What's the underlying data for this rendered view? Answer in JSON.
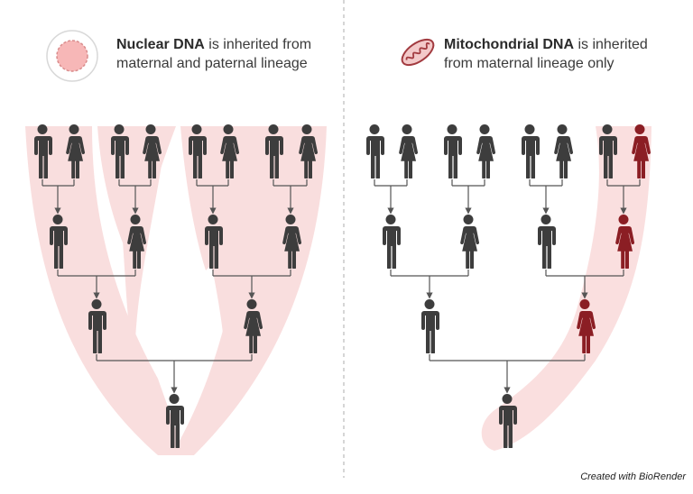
{
  "left_panel": {
    "heading_bold": "Nuclear DNA",
    "heading_rest": " is inherited from",
    "heading_line2": "maternal and paternal lineage",
    "icon": "nucleus-icon"
  },
  "right_panel": {
    "heading_bold": "Mitochondrial DNA",
    "heading_rest": " is inherited",
    "heading_line2": "from maternal lineage only",
    "icon": "mitochondrion-icon"
  },
  "credit": "Created with BioRender",
  "colors": {
    "person": "#3d3d3d",
    "maternal_highlight": "#8b1e24",
    "lineage_band": "#f9d9d9",
    "connector": "#555555",
    "divider": "#bbbbbb"
  },
  "left_tree": {
    "generations": [
      [
        "male",
        "female",
        "male",
        "female",
        "male",
        "female",
        "male",
        "female"
      ],
      [
        "male",
        "female",
        "male",
        "female"
      ],
      [
        "male",
        "female"
      ],
      [
        "male"
      ]
    ]
  },
  "right_tree": {
    "generations": [
      [
        "male",
        "female",
        "male",
        "female",
        "male",
        "female",
        "male",
        "female"
      ],
      [
        "male",
        "female",
        "male",
        "female"
      ],
      [
        "male",
        "female"
      ],
      [
        "male"
      ]
    ],
    "highlighted": [
      "gen0-7",
      "gen1-3",
      "gen2-1"
    ]
  }
}
